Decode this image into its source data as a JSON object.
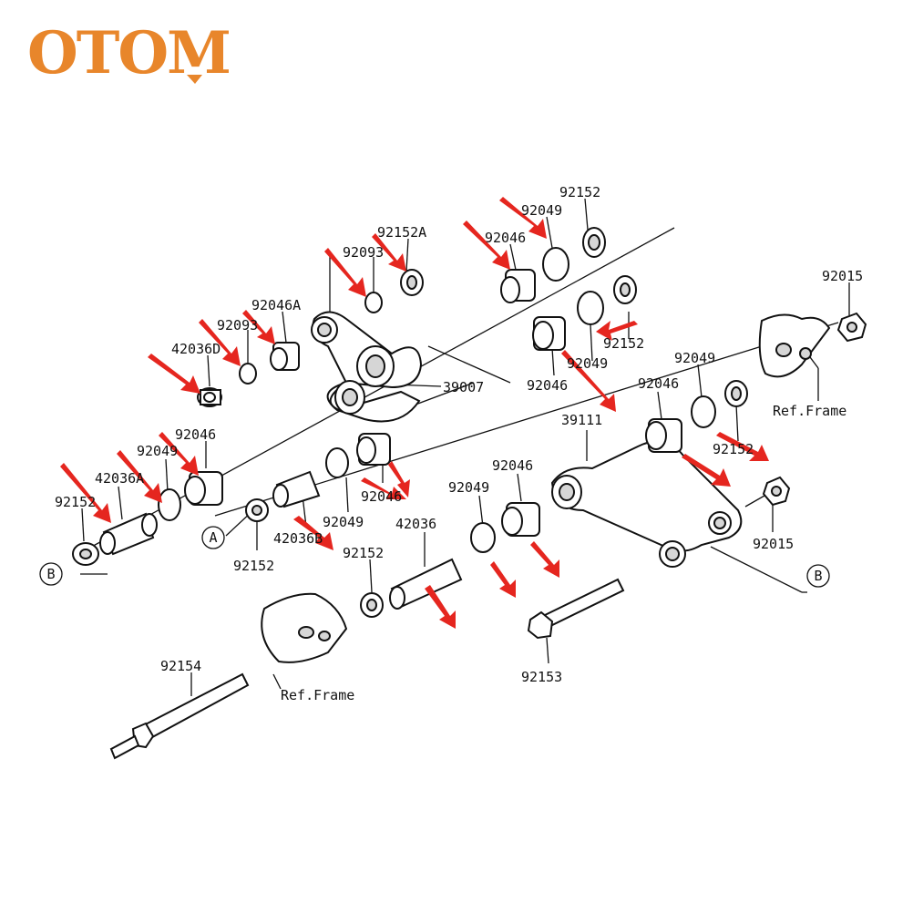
{
  "brand": {
    "name": "OTOM",
    "color": "#e8862b"
  },
  "accent_arrow_color": "#e5261f",
  "labels": {
    "p92152_top": "92152",
    "p92049_top": "92049",
    "p92152A": "92152A",
    "p92046_top": "92046",
    "p92093_a": "92093",
    "p92046A": "92046A",
    "p92093_b": "92093",
    "p42036D": "42036D",
    "p92015_top": "92015",
    "p92152_r1": "92152",
    "p92049_r1": "92049",
    "p39007": "39007",
    "p92046_mid": "92046",
    "p92046_left": "92046",
    "p92049_left": "92049",
    "p42036A": "42036A",
    "p92152_left": "92152",
    "tag_B_left": "B",
    "tag_A": "A",
    "p92152_a": "92152",
    "p42036B": "42036B",
    "p92049_mid": "92049",
    "p92046_c": "92046",
    "p92046_r2": "92046",
    "p92049_r2": "92049",
    "p92152_r2": "92152",
    "p39111": "39111",
    "p92046_low": "92046",
    "p92049_low": "92049",
    "p42036": "42036",
    "p92152_low": "92152",
    "p92015_low": "92015",
    "tag_B_right": "B",
    "p92154": "92154",
    "ref_frame_left": "Ref.Frame",
    "ref_frame_right": "Ref.Frame",
    "p92153": "92153"
  }
}
